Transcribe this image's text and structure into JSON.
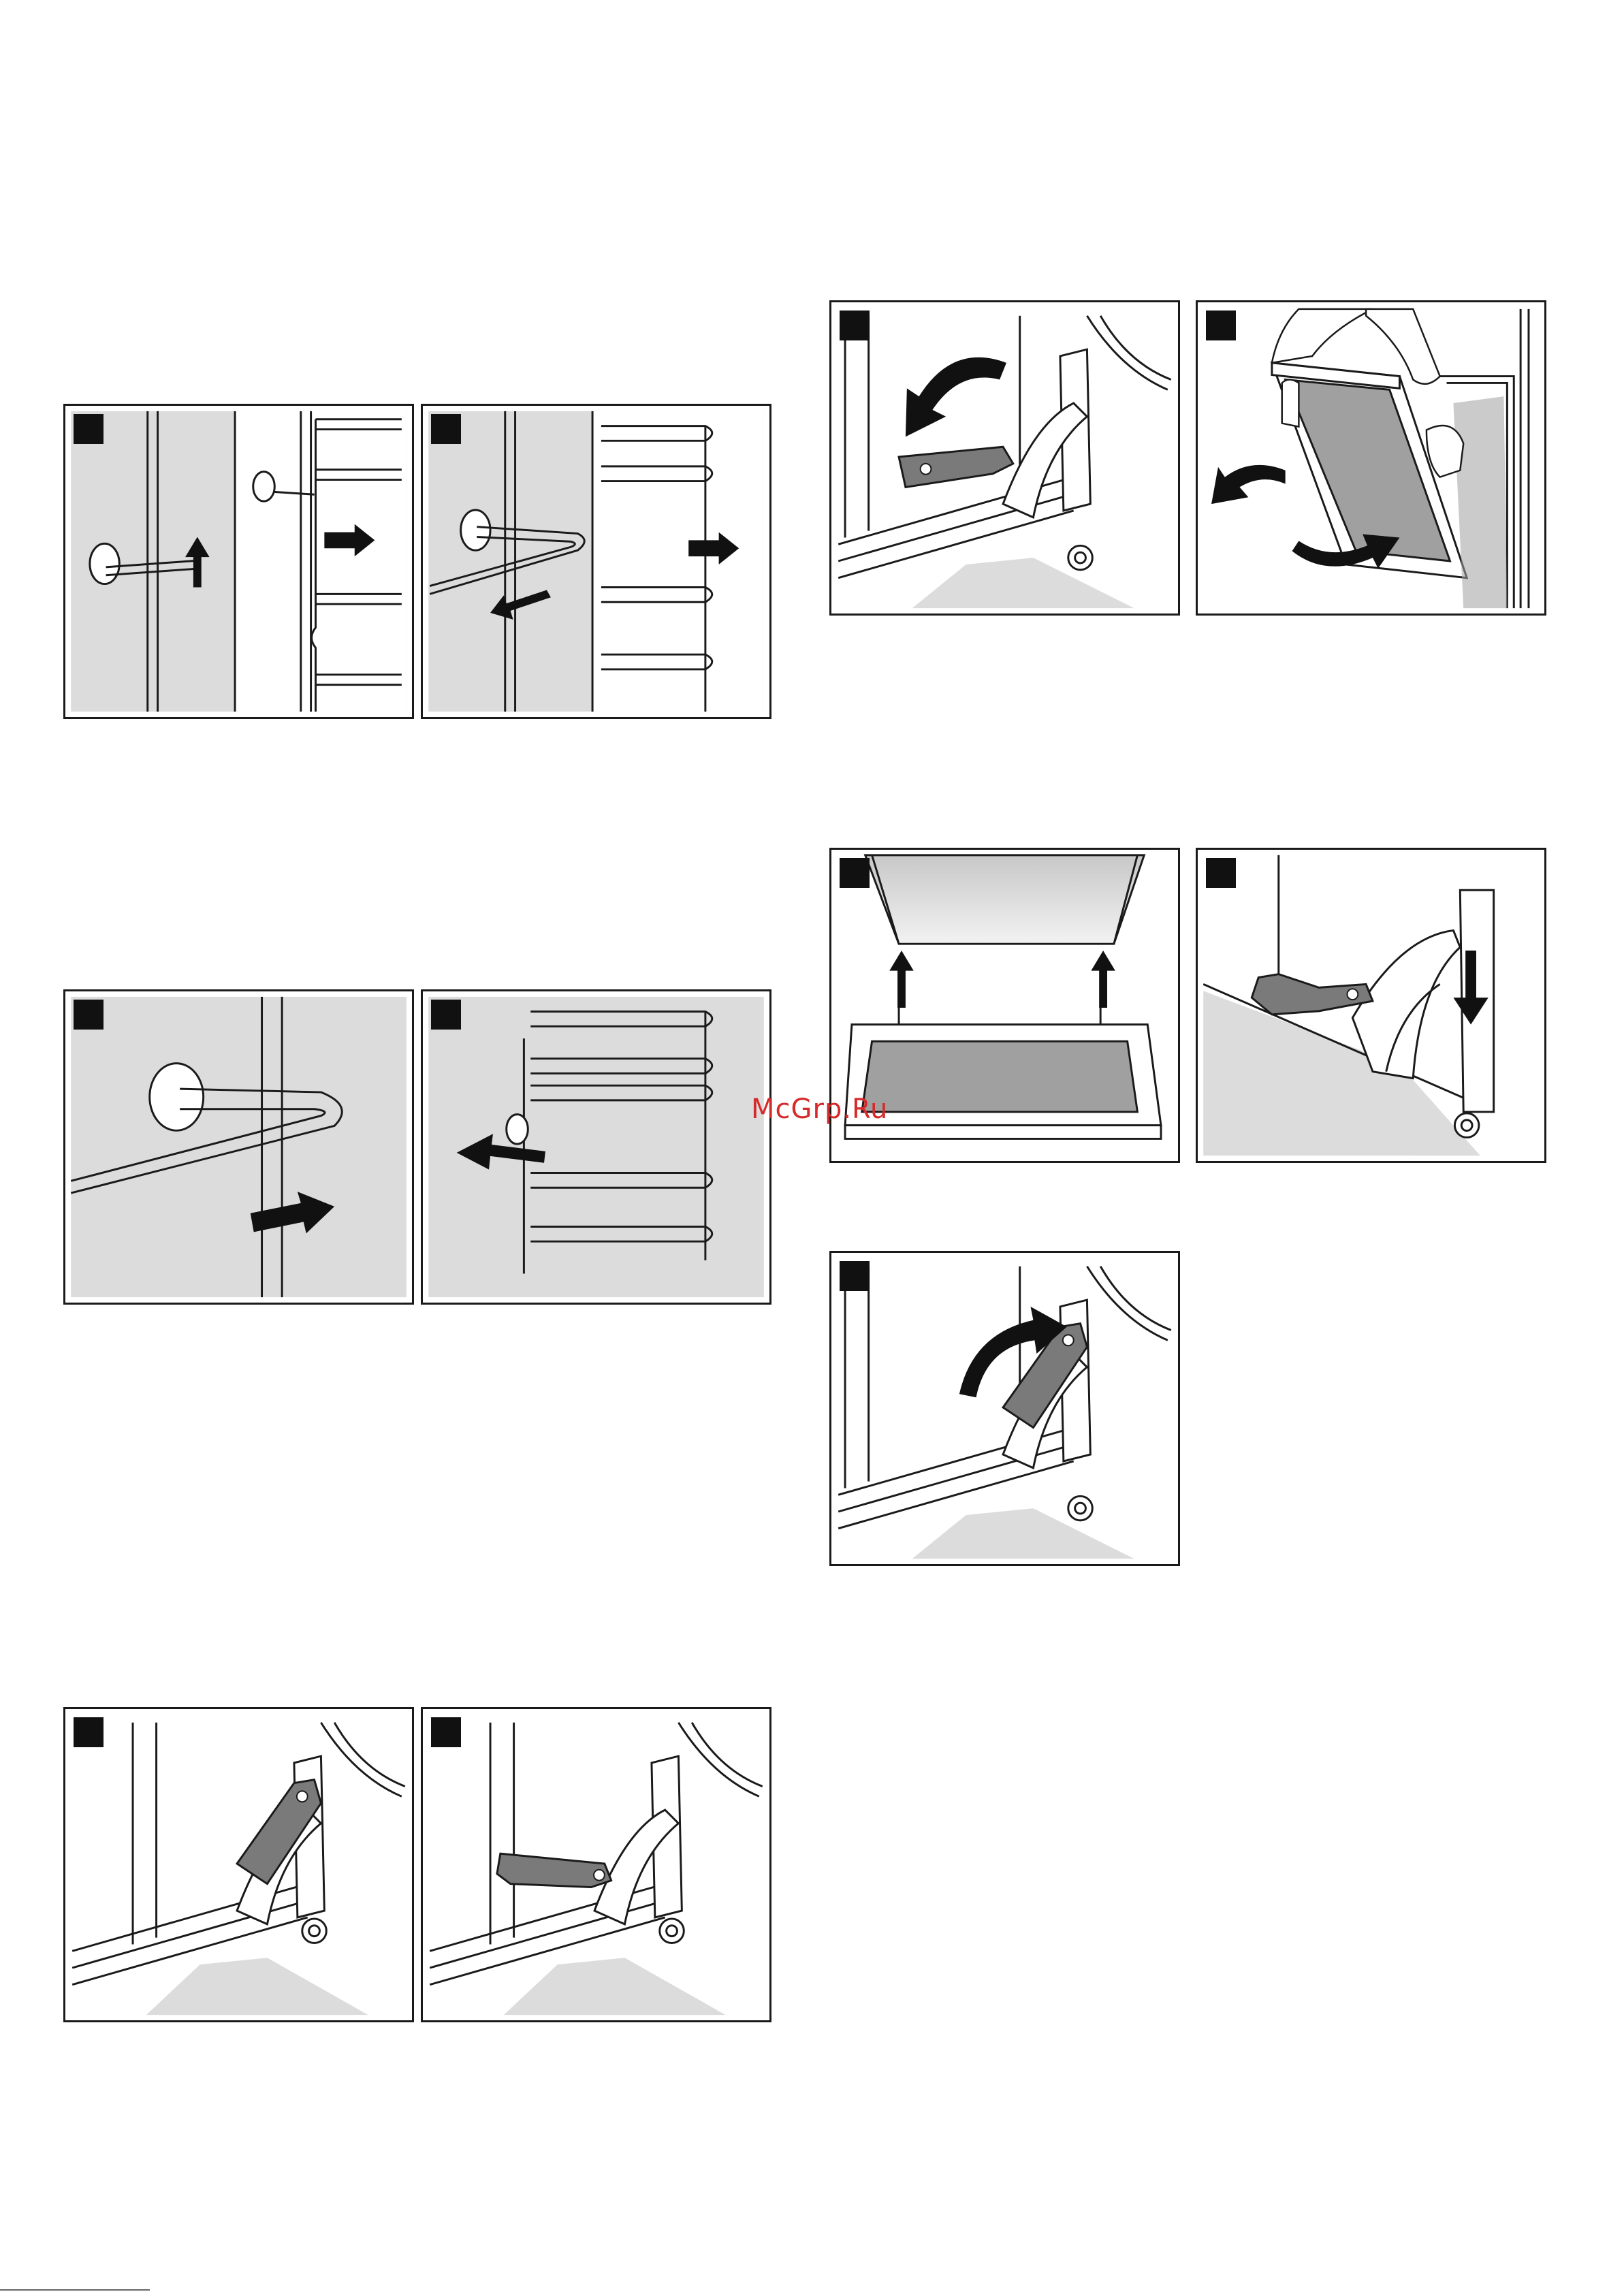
{
  "watermark": {
    "text": "McGrp.Ru",
    "color": "#d62a2a"
  },
  "panels": [
    {
      "name": "rack-removal-step-1",
      "icon": "rack-hook-lift-icon"
    },
    {
      "name": "rack-removal-step-2",
      "icon": "rack-pull-out-icon"
    },
    {
      "name": "rack-insert-step-1",
      "icon": "rack-hook-insert-icon"
    },
    {
      "name": "rack-insert-step-2",
      "icon": "rack-push-in-icon"
    },
    {
      "name": "hinge-lever-closed",
      "icon": "hinge-lever-closed-icon"
    },
    {
      "name": "hinge-lever-open",
      "icon": "hinge-lever-open-icon"
    },
    {
      "name": "door-hinge-unlock",
      "icon": "hinge-rotate-down-icon"
    },
    {
      "name": "door-lift-off",
      "icon": "door-remove-icon"
    },
    {
      "name": "door-reattach",
      "icon": "door-hook-up-icon"
    },
    {
      "name": "hinge-seat-door",
      "icon": "hinge-push-down-icon"
    },
    {
      "name": "hinge-lock",
      "icon": "hinge-rotate-up-icon"
    }
  ],
  "colors": {
    "line": "#1a1a1a",
    "shade": "#dcdcdc",
    "lever": "#7a7a7a",
    "glass": "#a0a0a0"
  }
}
